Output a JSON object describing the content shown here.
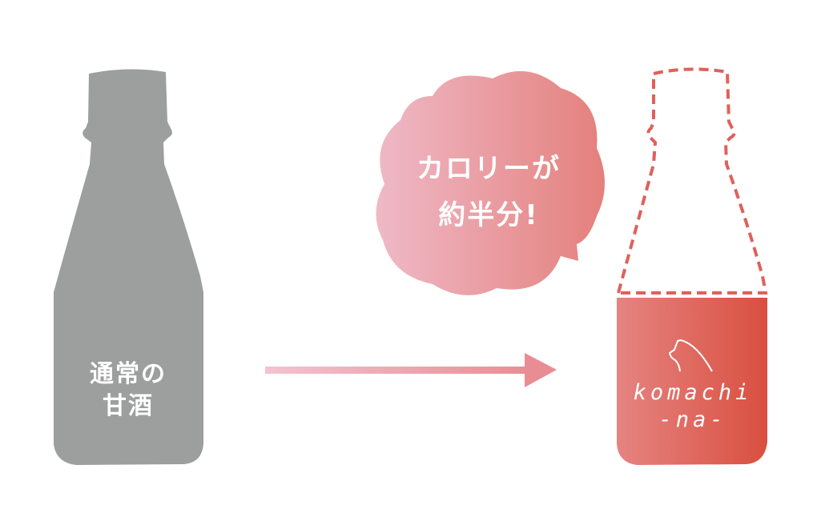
{
  "normal_bottle": {
    "label_line1": "通常の",
    "label_line2": "甘酒",
    "color": "#9d9e9e"
  },
  "speech_bubble": {
    "line1": "カロリーが",
    "line2": "約半分!",
    "gradient": [
      "#efb9c7",
      "#e4807c"
    ]
  },
  "arrow": {
    "gradient": [
      "#f2c3d0",
      "#e98d94"
    ]
  },
  "komachi_bottle": {
    "brand_line1": "komachi",
    "brand_line2": "-na-",
    "fill_fraction": 0.5,
    "gradient": [
      "#e58481",
      "#d94f3f"
    ]
  }
}
